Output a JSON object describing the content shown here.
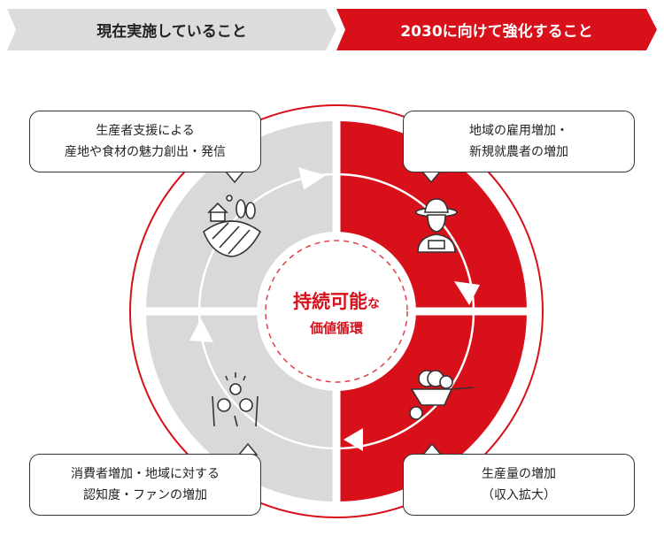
{
  "header": {
    "current_label": "現在実施していること",
    "future_label": "2030に向けて強化すること"
  },
  "center": {
    "main": "持続可能",
    "particle": "な",
    "sub": "価値循環"
  },
  "boxes": {
    "top_left": [
      "生産者支援による",
      "産地や食材の魅力創出・発信"
    ],
    "top_right": [
      "地域の雇用増加・",
      "新規就農者の増加"
    ],
    "bottom_right": [
      "生産量の増加",
      "（収入拡大）"
    ],
    "bottom_left": [
      "消費者増加・地域に対する",
      "認知度・ファンの増加"
    ]
  },
  "colors": {
    "red": "#d7101a",
    "gray": "#d9d9d9",
    "gray_header": "#dcdcdc"
  }
}
